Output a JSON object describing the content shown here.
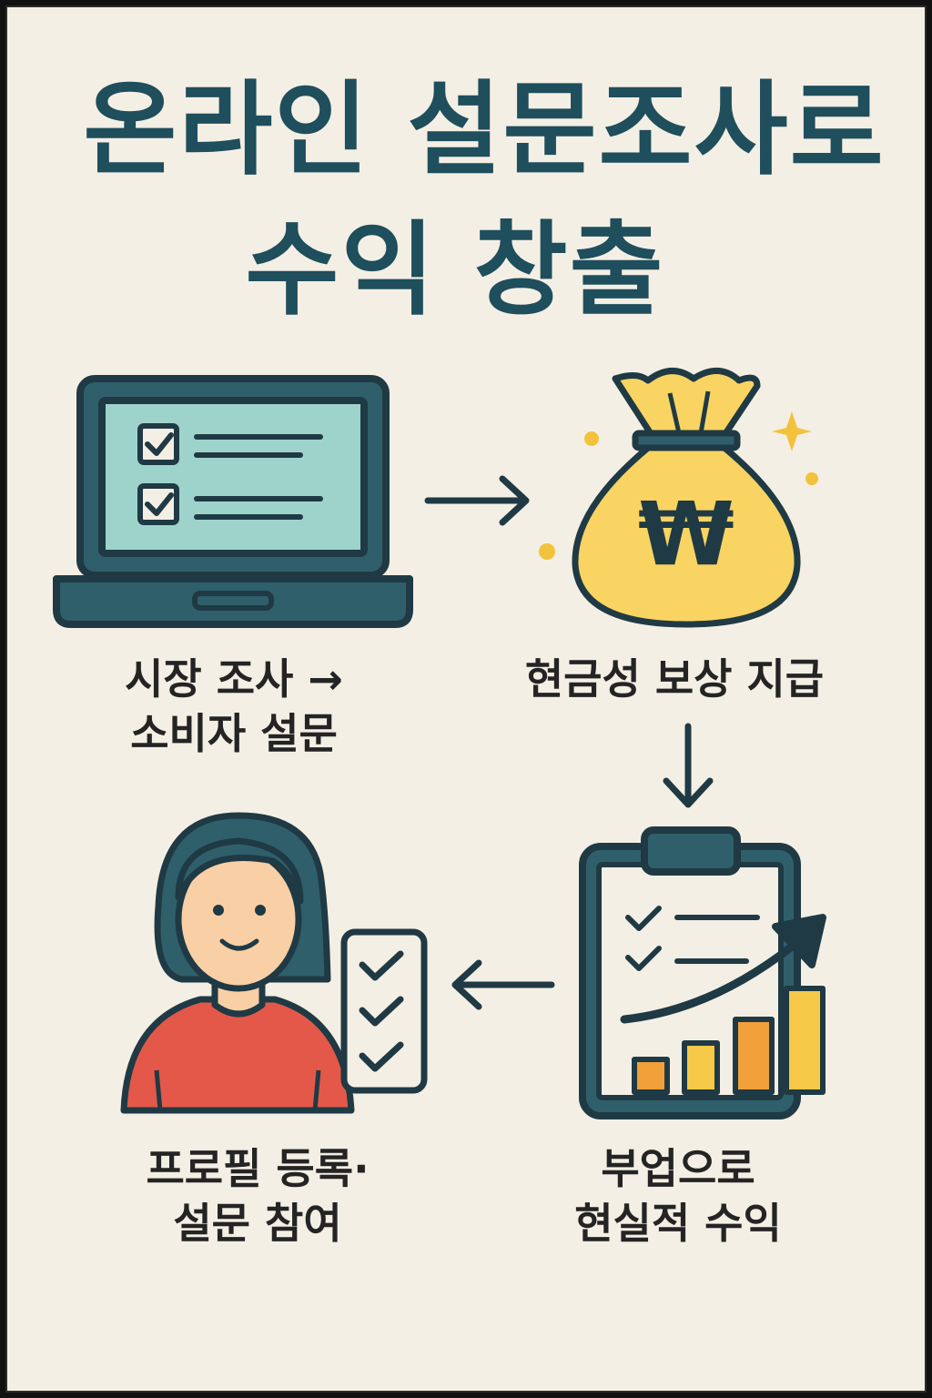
{
  "title": {
    "line1": "온라인 설문조사로",
    "line2": "수익 창출"
  },
  "steps": [
    {
      "line1": "시장 조사 →",
      "line2": "소비자 설문"
    },
    {
      "line1": "현금성 보상 지급"
    },
    {
      "line1": "부업으로",
      "line2": "현실적 수익"
    },
    {
      "line1": "프로필 등록·",
      "line2": "설문 참여"
    }
  ],
  "icons": {
    "laptop": "laptop-survey-icon",
    "money_bag": "won-money-bag-icon",
    "currency_symbol": "₩",
    "clipboard": "clipboard-growth-chart-icon",
    "person": "person-with-checklist-icon"
  },
  "colors": {
    "background": "#f4efe4",
    "title": "#1f4e5c",
    "outline": "#1f3a44",
    "screen": "#9ed3cc",
    "gold": "#f9d462",
    "shirt": "#e4584a",
    "skin": "#f9cfa6",
    "orange": "#f2a03a",
    "yellow": "#f7c948"
  }
}
